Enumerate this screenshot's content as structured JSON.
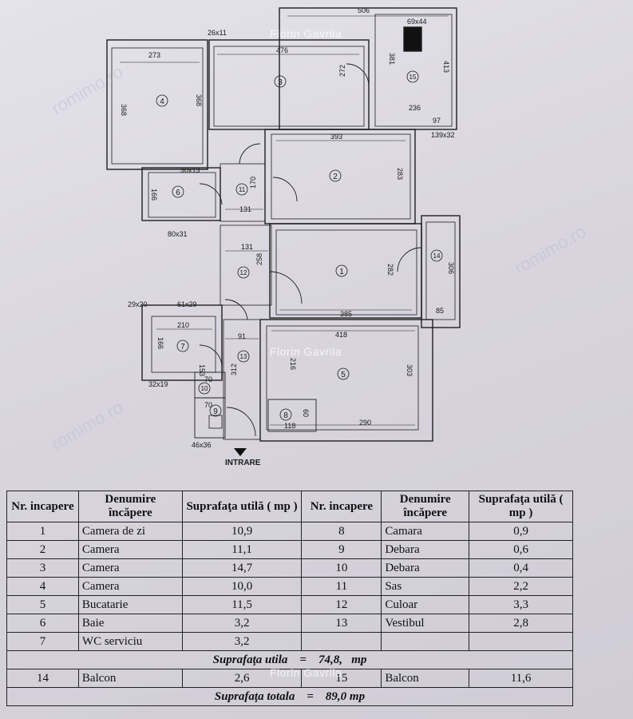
{
  "watermark": {
    "text": "Florin Gavrila",
    "bg_text": "romimo.ro"
  },
  "plan": {
    "rooms": [
      {
        "id": "1",
        "label": "1"
      },
      {
        "id": "2",
        "label": "2"
      },
      {
        "id": "3",
        "label": "3"
      },
      {
        "id": "4",
        "label": "4"
      },
      {
        "id": "5",
        "label": "5"
      },
      {
        "id": "6",
        "label": "6"
      },
      {
        "id": "7",
        "label": "7"
      },
      {
        "id": "8",
        "label": "8"
      },
      {
        "id": "9",
        "label": "9"
      },
      {
        "id": "10",
        "label": "10"
      },
      {
        "id": "11",
        "label": "11"
      },
      {
        "id": "12",
        "label": "12"
      },
      {
        "id": "13",
        "label": "13"
      },
      {
        "id": "14",
        "label": "14"
      },
      {
        "id": "15",
        "label": "15"
      }
    ],
    "dimensions": {
      "d26x11": "26x11",
      "d273": "273",
      "d476": "476",
      "d506": "506",
      "d69x44": "69x44",
      "d368a": "368",
      "d368b": "368",
      "d272": "272",
      "d381": "381",
      "d413": "413",
      "d236": "236",
      "d97": "97",
      "d139x32": "139x32",
      "d393": "393",
      "d283": "283",
      "d30x13": "30x13",
      "d166a": "166",
      "d170": "170",
      "d131a": "131",
      "d80x31": "80x31",
      "d131b": "131",
      "d258": "258",
      "d282": "282",
      "d306": "306",
      "d385": "385",
      "d85": "85",
      "d29x20": "29x20",
      "d61x29": "61x29",
      "d210": "210",
      "d166b": "166",
      "d91": "91",
      "d418": "418",
      "d216": "216",
      "d303": "303",
      "d312": "312",
      "d153": "153",
      "d70a": "70",
      "d70b": "70",
      "d32x19": "32x19",
      "d60": "60",
      "d118": "118",
      "d290": "290",
      "d46x36": "46x36"
    },
    "entry_label": "INTRARE"
  },
  "legend": {
    "headers": {
      "nr": "Nr. incapere",
      "name": "Denumire încăpere",
      "area": "Suprafaţa utilă ( mp )",
      "nr2": "Nr. incapere",
      "name2": "Denumire încăpere",
      "area2": "Suprafaţa utilă ( mp )"
    },
    "rows": [
      {
        "n1": "1",
        "r1": "Camera de zi",
        "a1": "10,9",
        "n2": "8",
        "r2": "Camara",
        "a2": "0,9"
      },
      {
        "n1": "2",
        "r1": "Camera",
        "a1": "11,1",
        "n2": "9",
        "r2": "Debara",
        "a2": "0,6"
      },
      {
        "n1": "3",
        "r1": "Camera",
        "a1": "14,7",
        "n2": "10",
        "r2": "Debara",
        "a2": "0,4"
      },
      {
        "n1": "4",
        "r1": "Camera",
        "a1": "10,0",
        "n2": "11",
        "r2": "Sas",
        "a2": "2,2"
      },
      {
        "n1": "5",
        "r1": "Bucatarie",
        "a1": "11,5",
        "n2": "12",
        "r2": "Culoar",
        "a2": "3,3"
      },
      {
        "n1": "6",
        "r1": "Baie",
        "a1": "3,2",
        "n2": "13",
        "r2": "Vestibul",
        "a2": "2,8"
      },
      {
        "n1": "7",
        "r1": "WC serviciu",
        "a1": "3,2",
        "n2": "",
        "r2": "",
        "a2": ""
      }
    ],
    "useful_total": {
      "label": "Suprafaţa utila",
      "eq": "=",
      "value": "74,8,",
      "unit": "mp"
    },
    "balcony_row": {
      "n1": "14",
      "r1": "Balcon",
      "a1": "2,6",
      "n2": "15",
      "r2": "Balcon",
      "a2": "11,6"
    },
    "grand_total": {
      "label": "Suprafaţa totala",
      "eq": "=",
      "value": "89,0 mp"
    }
  }
}
